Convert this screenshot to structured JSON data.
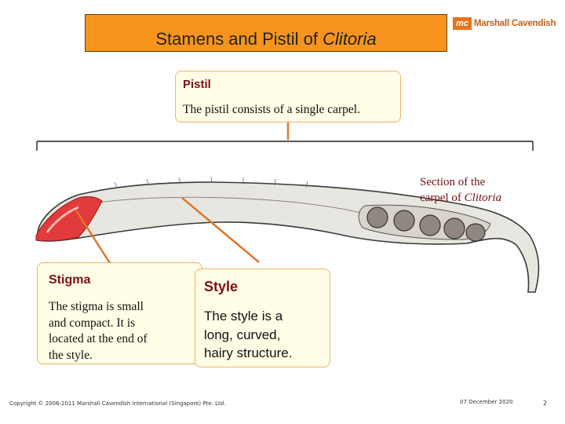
{
  "slide": {
    "title_main": "Stamens and Pistil of ",
    "title_italic": "Clitoria",
    "brand_mark": "mc",
    "brand_name": "Marshall Cavendish"
  },
  "pistil": {
    "heading": "Pistil",
    "text": "The pistil consists of a single carpel."
  },
  "section_label": {
    "line1": "Section of the",
    "line2_prefix": "carpel of ",
    "line2_italic": "Clitoria"
  },
  "stigma": {
    "heading": "Stigma",
    "text_lines": [
      "The stigma is small",
      "and compact. It is",
      "located at the end of",
      "the style."
    ]
  },
  "style": {
    "heading": "Style",
    "text_lines": [
      "The style is a",
      "long, curved,",
      "hairy structure."
    ]
  },
  "footer": {
    "copyright": "Copyright © 2006-2011 Marshall Cavendish International (Singapore) Pte. Ltd.",
    "date": "07 December 2020",
    "page": "2"
  },
  "colors": {
    "accent_orange": "#f7941d",
    "callout_bg": "#fffde6",
    "heading_red": "#7b1010",
    "pointer_line": "#e0762a",
    "stigma_red": "#e23b3b",
    "carpel_fill": "#e8e6e0",
    "ovule_fill": "#8f8780"
  }
}
